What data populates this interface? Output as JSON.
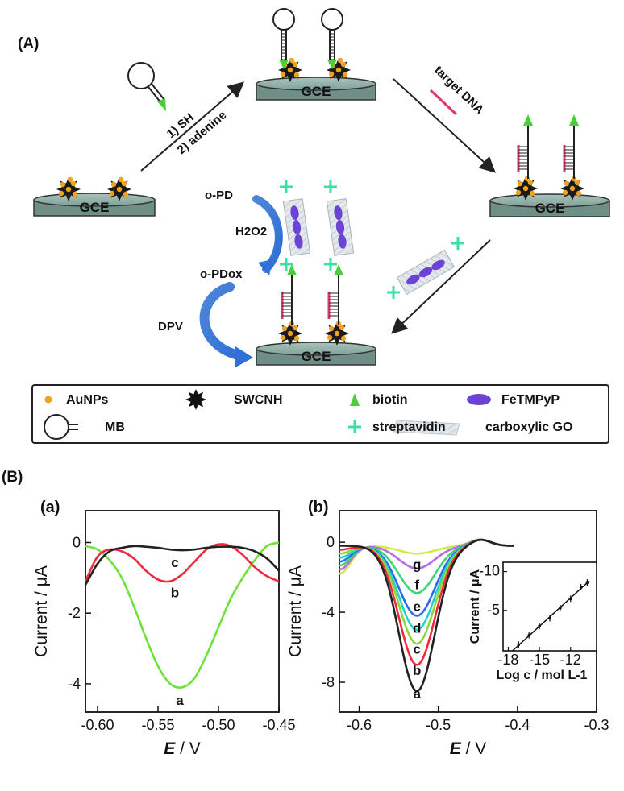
{
  "panel_A": {
    "label": "(A)",
    "electrode": "GCE",
    "step1_label": "1) SH",
    "step2_label": "2) adenine",
    "target_label": "target DNA",
    "opd": "o-PD",
    "h2o2": "H2O2",
    "opdox": "o-PDox",
    "dpv": "DPV"
  },
  "legend": {
    "items": [
      {
        "label": "AuNPs"
      },
      {
        "label": "SWCNH"
      },
      {
        "label": "biotin"
      },
      {
        "label": "FeTMPyP"
      },
      {
        "label": "MB"
      },
      {
        "label": "streptavidin"
      },
      {
        "label": "carboxylic GO"
      }
    ]
  },
  "panel_B": {
    "label": "(B)"
  },
  "chart_data": [
    {
      "type": "line",
      "panel": "(a)",
      "xlabel": "E / V",
      "ylabel": "Current / μA",
      "xlim": [
        -0.61,
        -0.45
      ],
      "ylim": [
        -4.8,
        0.9
      ],
      "xticks": [
        -0.6,
        -0.55,
        -0.5,
        -0.45
      ],
      "xtick_labels": [
        "-0.60",
        "-0.55",
        "-0.50",
        "-0.45"
      ],
      "yticks": [
        0,
        -2,
        -4
      ],
      "ytick_labels": [
        "0",
        "-2",
        "-4"
      ],
      "series": [
        {
          "label": "a",
          "color": "#6ee23a",
          "x": [
            -0.61,
            -0.6,
            -0.59,
            -0.58,
            -0.57,
            -0.56,
            -0.55,
            -0.54,
            -0.53,
            -0.52,
            -0.51,
            -0.5,
            -0.49,
            -0.48,
            -0.47,
            -0.46,
            -0.45
          ],
          "y": [
            -0.1,
            -0.2,
            -0.5,
            -1.0,
            -1.8,
            -2.7,
            -3.5,
            -4.0,
            -4.1,
            -3.85,
            -3.2,
            -2.4,
            -1.6,
            -1.0,
            -0.5,
            -0.1,
            0.0
          ]
        },
        {
          "label": "b",
          "color": "#ee2b3d",
          "x": [
            -0.61,
            -0.6,
            -0.59,
            -0.58,
            -0.57,
            -0.56,
            -0.55,
            -0.54,
            -0.53,
            -0.52,
            -0.51,
            -0.5,
            -0.49,
            -0.48,
            -0.47,
            -0.46,
            -0.45
          ],
          "y": [
            -1.1,
            -0.4,
            -0.2,
            -0.25,
            -0.45,
            -0.8,
            -1.05,
            -1.1,
            -0.9,
            -0.55,
            -0.2,
            -0.05,
            -0.1,
            -0.35,
            -0.7,
            -0.95,
            -1.1
          ]
        },
        {
          "label": "c",
          "color": "#222222",
          "x": [
            -0.61,
            -0.6,
            -0.59,
            -0.58,
            -0.57,
            -0.56,
            -0.55,
            -0.54,
            -0.53,
            -0.52,
            -0.51,
            -0.5,
            -0.49,
            -0.48,
            -0.47,
            -0.46,
            -0.45
          ],
          "y": [
            -1.2,
            -0.6,
            -0.25,
            -0.15,
            -0.1,
            -0.12,
            -0.15,
            -0.2,
            -0.22,
            -0.2,
            -0.15,
            -0.12,
            -0.12,
            -0.15,
            -0.25,
            -0.45,
            -0.8
          ]
        }
      ],
      "curve_labels": [
        {
          "text": "a",
          "x": -0.532,
          "y": -4.6
        },
        {
          "text": "b",
          "x": -0.536,
          "y": -1.55
        },
        {
          "text": "c",
          "x": -0.536,
          "y": -0.7
        }
      ]
    },
    {
      "type": "line",
      "panel": "(b)",
      "xlabel": "E / V",
      "ylabel": "Current / μA",
      "xlim": [
        -0.625,
        -0.3
      ],
      "ylim": [
        -9.7,
        1.8
      ],
      "xticks": [
        -0.6,
        -0.5,
        -0.4,
        -0.3
      ],
      "xtick_labels": [
        "-0.6",
        "-0.5",
        "-0.4",
        "-0.3"
      ],
      "yticks": [
        0,
        -4,
        -8
      ],
      "ytick_labels": [
        "0",
        "-4",
        "-8"
      ],
      "series": [
        {
          "label": "a",
          "color": "#222222",
          "depth": -8.3
        },
        {
          "label": "b",
          "color": "#ee2b3d",
          "depth": -6.8
        },
        {
          "label": "c",
          "color": "#8bd83a",
          "depth": -5.6
        },
        {
          "label": "d",
          "color": "#27d3c8",
          "depth": -4.8
        },
        {
          "label": "e",
          "color": "#2a6be8",
          "depth": -4.0
        },
        {
          "label": "f",
          "color": "#38d77a",
          "depth": -2.7
        },
        {
          "label": "g",
          "color": "#b46be8",
          "depth": -1.3
        },
        {
          "label": "",
          "color": "#d4e84a",
          "depth": -0.45
        }
      ],
      "curve_labels": [
        {
          "text": "g",
          "y": -1.25
        },
        {
          "text": "f",
          "y": -2.4
        },
        {
          "text": "e",
          "y": -3.65
        },
        {
          "text": "d",
          "y": -4.9
        },
        {
          "text": "c",
          "y": -6.1
        },
        {
          "text": "b",
          "y": -7.3
        },
        {
          "text": "a",
          "y": -8.65
        }
      ],
      "inset": {
        "type": "scatter",
        "xlabel": "Log c / mol L-1",
        "ylabel": "Current / μA",
        "xlim": [
          -18.5,
          -9.5
        ],
        "ylim": [
          -11.2,
          0.2
        ],
        "xticks": [
          -18,
          -15,
          -12
        ],
        "xtick_labels": [
          "-18",
          "-15",
          "-12"
        ],
        "yticks": [
          -10,
          -5
        ],
        "ytick_labels": [
          "-10",
          "-5"
        ],
        "x": [
          -17,
          -16,
          -15,
          -14,
          -13,
          -12,
          -11,
          -10.4
        ],
        "y": [
          -0.6,
          -1.8,
          -3.0,
          -4.0,
          -5.3,
          -6.5,
          -8.0,
          -8.6
        ]
      }
    }
  ]
}
